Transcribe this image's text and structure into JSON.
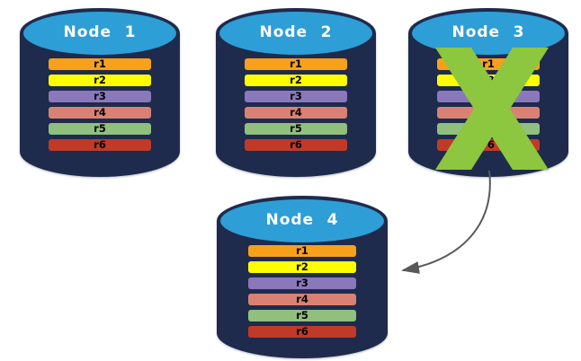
{
  "colors": {
    "background": "#FFFFFF",
    "cylinder_body": "#1E2B4C",
    "cylinder_top": "#2E9ED7",
    "node_label_text": "#FFFFFF",
    "bar_text": "#000000",
    "x_mark": "#8DC63F",
    "arrow": "#595959"
  },
  "nodes": [
    {
      "label": "Node 1",
      "crossed_out": false,
      "rows": [
        {
          "label": "r1",
          "color": "#F9A01B"
        },
        {
          "label": "r2",
          "color": "#FEFE00"
        },
        {
          "label": "r3",
          "color": "#8A78BB"
        },
        {
          "label": "r4",
          "color": "#DA8174"
        },
        {
          "label": "r5",
          "color": "#90BF7E"
        },
        {
          "label": "r6",
          "color": "#C13A28"
        }
      ]
    },
    {
      "label": "Node 2",
      "crossed_out": false,
      "rows": [
        {
          "label": "r1",
          "color": "#F9A01B"
        },
        {
          "label": "r2",
          "color": "#FEFE00"
        },
        {
          "label": "r3",
          "color": "#8A78BB"
        },
        {
          "label": "r4",
          "color": "#DA8174"
        },
        {
          "label": "r5",
          "color": "#90BF7E"
        },
        {
          "label": "r6",
          "color": "#C13A28"
        }
      ]
    },
    {
      "label": "Node 3",
      "crossed_out": true,
      "rows": [
        {
          "label": "r1",
          "color": "#F9A01B"
        },
        {
          "label": "r2",
          "color": "#FEFE00"
        },
        {
          "label": "r3",
          "color": "#8A78BB"
        },
        {
          "label": "r4",
          "color": "#DA8174"
        },
        {
          "label": "r5",
          "color": "#90BF7E"
        },
        {
          "label": "r6",
          "color": "#C13A28"
        }
      ]
    },
    {
      "label": "Node 4",
      "crossed_out": false,
      "rows": [
        {
          "label": "r1",
          "color": "#F9A01B"
        },
        {
          "label": "r2",
          "color": "#FEFE00"
        },
        {
          "label": "r3",
          "color": "#8A78BB"
        },
        {
          "label": "r4",
          "color": "#DA8174"
        },
        {
          "label": "r5",
          "color": "#90BF7E"
        },
        {
          "label": "r6",
          "color": "#C13A28"
        }
      ]
    }
  ],
  "arrow": {
    "from": "Node 3",
    "to": "Node 4"
  }
}
